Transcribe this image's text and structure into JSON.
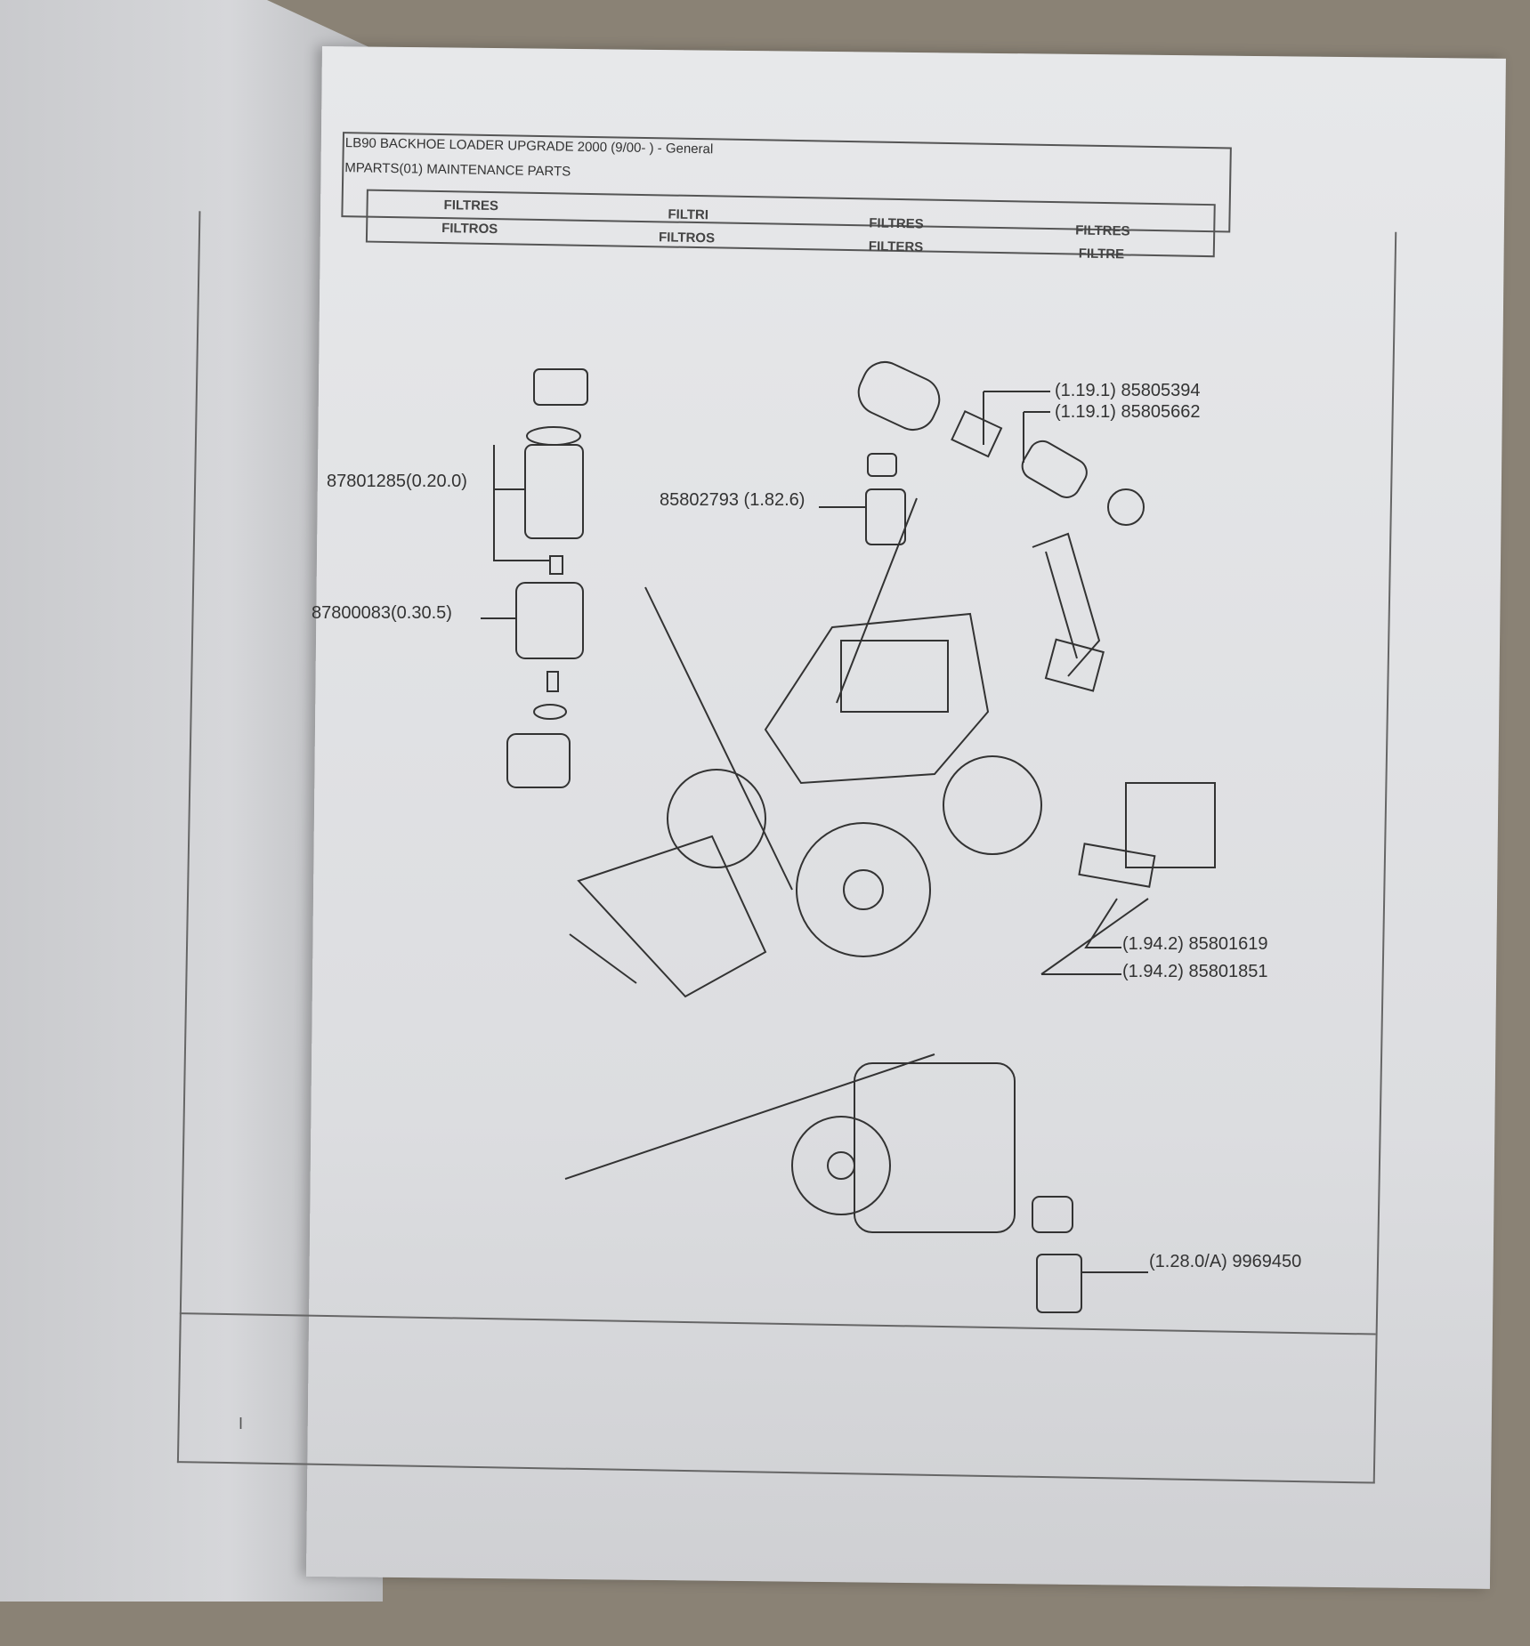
{
  "header": {
    "title": "LB90 BACKHOE LOADER UPGRADE 2000 (9/00- ) - General",
    "subtitle": "MPARTS(01) MAINTENANCE PARTS"
  },
  "languages": [
    [
      "FILTRES",
      "FILTROS"
    ],
    [
      "FILTRI",
      "FILTROS"
    ],
    [
      "FILTRES",
      "FILTERS"
    ],
    [
      "FILTRES",
      "FILTRE"
    ]
  ],
  "callouts": [
    "87801285(0.20.0)",
    "87800083(0.30.5)",
    "85802793 (1.82.6)",
    "(1.19.1) 85805394",
    "(1.19.1) 85805662",
    "(1.94.2) 85801619",
    "(1.94.2) 85801851",
    "(1.28.0/A) 9969450"
  ],
  "page_mark": "I"
}
